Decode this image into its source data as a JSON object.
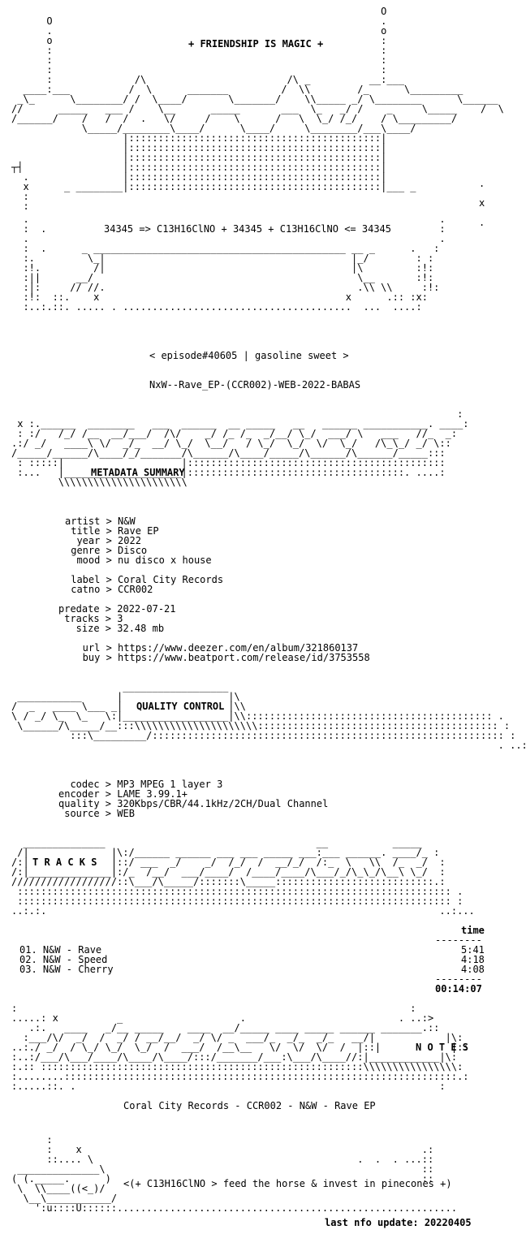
{
  "header": {
    "banner": "+ FRIENDSHIP IS MAGIC +",
    "formula": "34345 => C13H16ClNO + 34345 + C13H16ClNO <= 34345",
    "episode": "< episode#40605 | gasoline sweet >",
    "release_name": "NxW--Rave_EP-(CCR002)-WEB-2022-BABAS"
  },
  "sections": {
    "metadata_title": "METADATA SUMMARY",
    "quality_title": "QUALITY CONTROL",
    "tracks_title": "T R A C K S",
    "notes_title": "N O T E S"
  },
  "metadata": {
    "artist": "artist > N&W",
    "title": " title > Rave EP",
    "year": "  year > 2022",
    "genre": " genre > Disco",
    "mood": "  mood > nu disco x house",
    "label": " label > Coral City Records",
    "catno": " catno > CCR002",
    "predate": "predate > 2022-07-21",
    "tracks": " tracks > 3",
    "size": "   size > 32.48 mb",
    "url": "   url > https://www.deezer.com/en/album/321860137",
    "buy": "   buy > https://www.beatport.com/release/id/3753558"
  },
  "quality": {
    "codec": "  codec > MP3 MPEG 1 layer 3",
    "encoder": "encoder > LAME 3.99.1+",
    "quality": "quality > 320Kbps/CBR/44.1kHz/2CH/Dual Channel",
    "source": " source > WEB"
  },
  "tracklist": {
    "time_header": "time",
    "separator": "--------",
    "items": [
      {
        "label": "01. N&W - Rave",
        "time": "5:41"
      },
      {
        "label": "02. N&W - Speed",
        "time": "4:18"
      },
      {
        "label": "03. N&W - Cherry",
        "time": "4:08"
      }
    ],
    "total": "00:14:07"
  },
  "notes": {
    "line": "Coral City Records - CCR002 - N&W - Rave EP"
  },
  "footer": {
    "tagline": "<(+ C13H16ClNO > feed the horse & invest in pinecones +)",
    "last_update": "last nfo update: 20220405"
  }
}
